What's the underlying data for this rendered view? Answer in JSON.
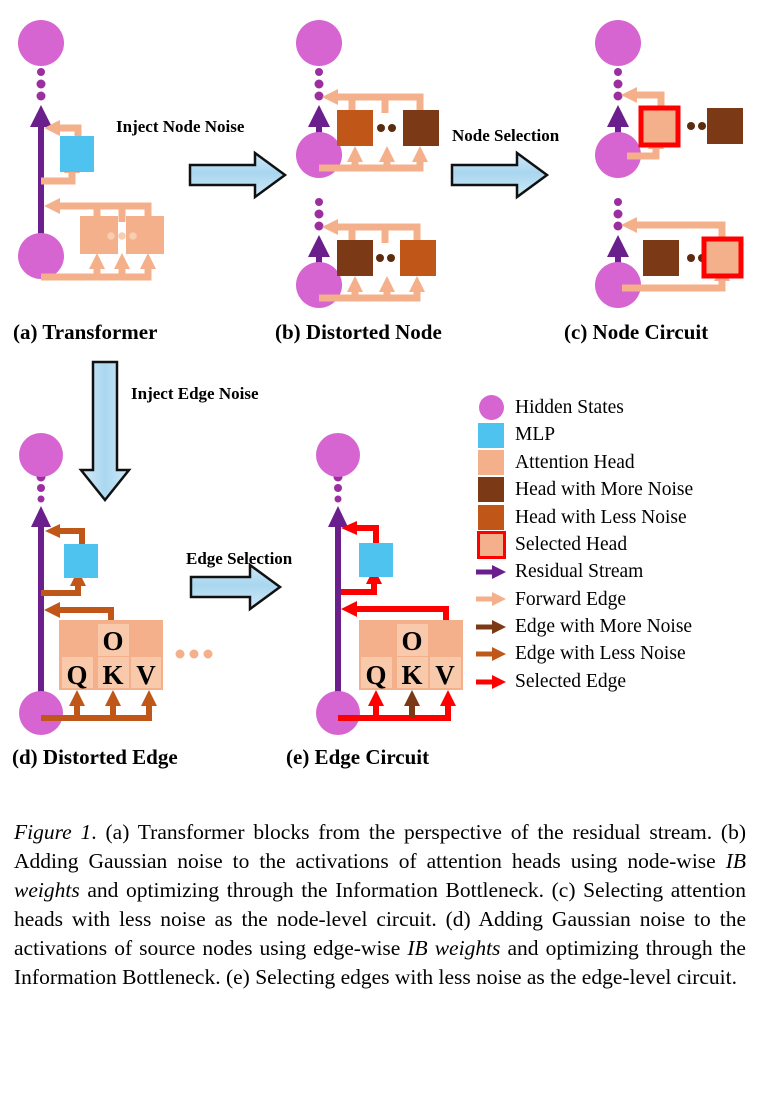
{
  "figure": {
    "panels": [
      {
        "id": "a",
        "caption": "(a) Transformer"
      },
      {
        "id": "b",
        "caption": "(b) Distorted Node"
      },
      {
        "id": "c",
        "caption": "(c)  Node Circuit"
      },
      {
        "id": "d",
        "caption": "(d) Distorted  Edge"
      },
      {
        "id": "e",
        "caption": "(e) Edge Circuit"
      }
    ],
    "transition_arrows": [
      {
        "name": "inject-node-noise",
        "label": "Inject Node Noise",
        "direction": "right"
      },
      {
        "name": "node-selection",
        "label": "Node Selection",
        "direction": "right"
      },
      {
        "name": "inject-edge-noise",
        "label": "Inject Edge Noise",
        "direction": "down"
      },
      {
        "name": "edge-selection",
        "label": "Edge Selection",
        "direction": "right"
      }
    ],
    "attention_labels": {
      "o": "O",
      "q": "Q",
      "k": "K",
      "v": "V"
    }
  },
  "legend": {
    "items": [
      {
        "icon": "circle",
        "label": "Hidden States",
        "color": "#d665d2"
      },
      {
        "icon": "box",
        "label": "MLP",
        "color": "#4ec3ef"
      },
      {
        "icon": "box",
        "label": "Attention Head",
        "color": "#f4b08a"
      },
      {
        "icon": "box",
        "label": "Head with More Noise",
        "color": "#7b3a15"
      },
      {
        "icon": "box",
        "label": "Head with Less Noise",
        "color": "#c05718"
      },
      {
        "icon": "box-selected",
        "label": "Selected Head",
        "color": "#f4b08a",
        "border": "#ff0000"
      },
      {
        "icon": "arrow",
        "label": "Residual Stream",
        "color": "#6b1f8c"
      },
      {
        "icon": "arrow",
        "label": "Forward Edge",
        "color": "#f4b08a"
      },
      {
        "icon": "arrow",
        "label": "Edge with More Noise",
        "color": "#7b3a15"
      },
      {
        "icon": "arrow",
        "label": "Edge with Less Noise",
        "color": "#c05718"
      },
      {
        "icon": "arrow",
        "label": "Selected Edge",
        "color": "#ff0000"
      }
    ]
  },
  "caption": {
    "prefix": "Figure 1",
    "text": ". (a) Transformer blocks from the perspective of the residual stream. (b) Adding Gaussian noise to the activations of attention heads using node-wise ",
    "italic1": "IB weights",
    "text2": " and optimizing through the Information Bottleneck.  (c) Selecting attention heads with less noise as the node-level circuit. (d) Adding Gaussian noise to the activations of source nodes using edge-wise ",
    "italic2": "IB weights",
    "text3": " and optimizing through the Information Bottleneck. (e) Selecting edges with less noise as the edge-level circuit."
  },
  "colors": {
    "hidden_state": "#d665d2",
    "mlp": "#4ec3ef",
    "attention_head": "#f4b08a",
    "head_inner": "#f8c9aa",
    "more_noise": "#7b3a15",
    "less_noise": "#c05718",
    "selected": "#ff0000",
    "residual": "#6b1f8c",
    "forward_edge": "#f4b08a",
    "transition_arrow_fill": "#aed9f0"
  }
}
